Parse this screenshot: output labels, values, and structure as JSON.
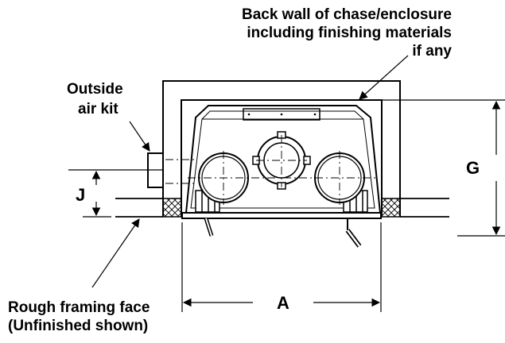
{
  "labels": {
    "back_wall": [
      "Back wall of chase/enclosure",
      "including finishing materials",
      "if any"
    ],
    "outside_air": [
      "Outside",
      "air kit"
    ],
    "rough_framing": [
      "Rough framing face",
      "(Unfinished shown)"
    ]
  },
  "dimensions": {
    "a": "A",
    "g": "G",
    "j": "J"
  }
}
